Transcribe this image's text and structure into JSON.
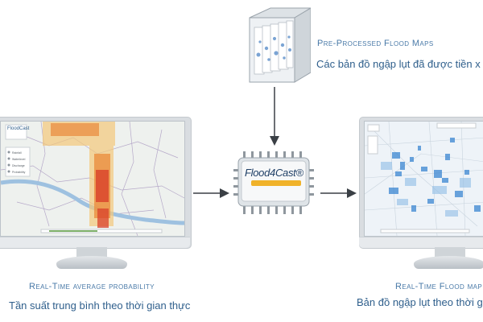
{
  "preprocessed": {
    "title_en": "Pre-Processed Flood Maps",
    "title_vi": "Các bản đồ ngập lụt đã được tiền x"
  },
  "processor": {
    "name": "Flood4Cast®"
  },
  "left_monitor": {
    "caption_en": "Real-Time average probability",
    "caption_vi": "Tần suất trung bình theo thời gian thực",
    "logo": "FloodCast",
    "legend": [
      "Rainfall",
      "Waterlevel",
      "Discharge",
      "Probability"
    ]
  },
  "right_monitor": {
    "caption_en": "Real-Time Flood map",
    "caption_vi": "Bản đồ ngập lụt theo thời g"
  },
  "colors": {
    "accent": "#4a7aa8",
    "arrow": "#3a3f45",
    "heat_high": "#d9412b",
    "heat_mid": "#f0a53c",
    "flood_blue": "#2f7fd0"
  }
}
